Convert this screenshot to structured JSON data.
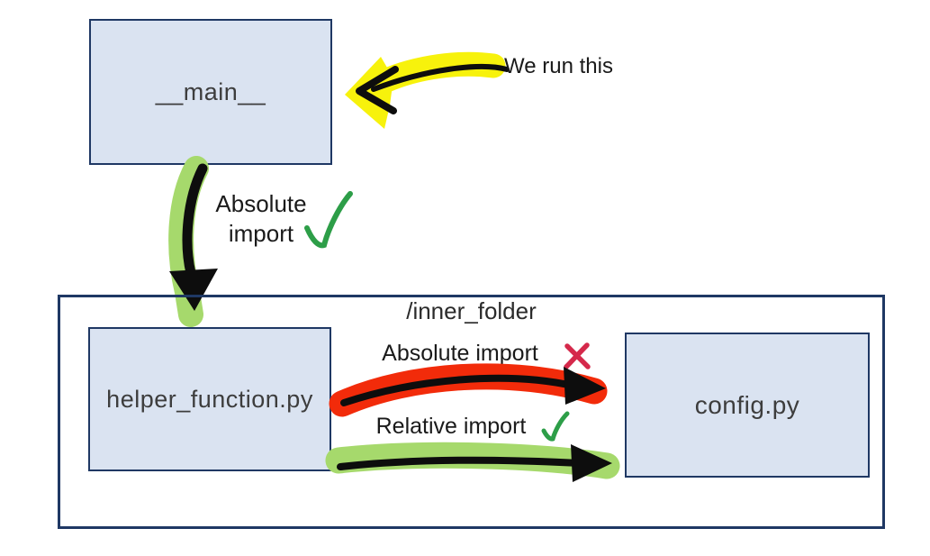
{
  "boxes": {
    "main": {
      "label": "__main__"
    },
    "helper": {
      "label": "helper_function.py"
    },
    "config": {
      "label": "config.py"
    }
  },
  "folder": {
    "label": "/inner_folder"
  },
  "annotations": {
    "run": {
      "label": "We run this"
    },
    "absolute_top": {
      "line1": "Absolute",
      "line2": "import",
      "icon": "check-icon"
    },
    "absolute_inner": {
      "label": "Absolute import",
      "icon": "x-icon"
    },
    "relative_inner": {
      "label": "Relative import",
      "icon": "check-icon"
    }
  },
  "colors": {
    "box_fill": "#dae3f1",
    "box_border": "#1f3864",
    "highlight_yellow": "#f7f20c",
    "highlight_green": "#a6d96c",
    "highlight_red": "#f22b0a",
    "check_green": "#2d9e48",
    "cross_red": "#d5294b",
    "arrow_black": "#0d0d0d"
  }
}
